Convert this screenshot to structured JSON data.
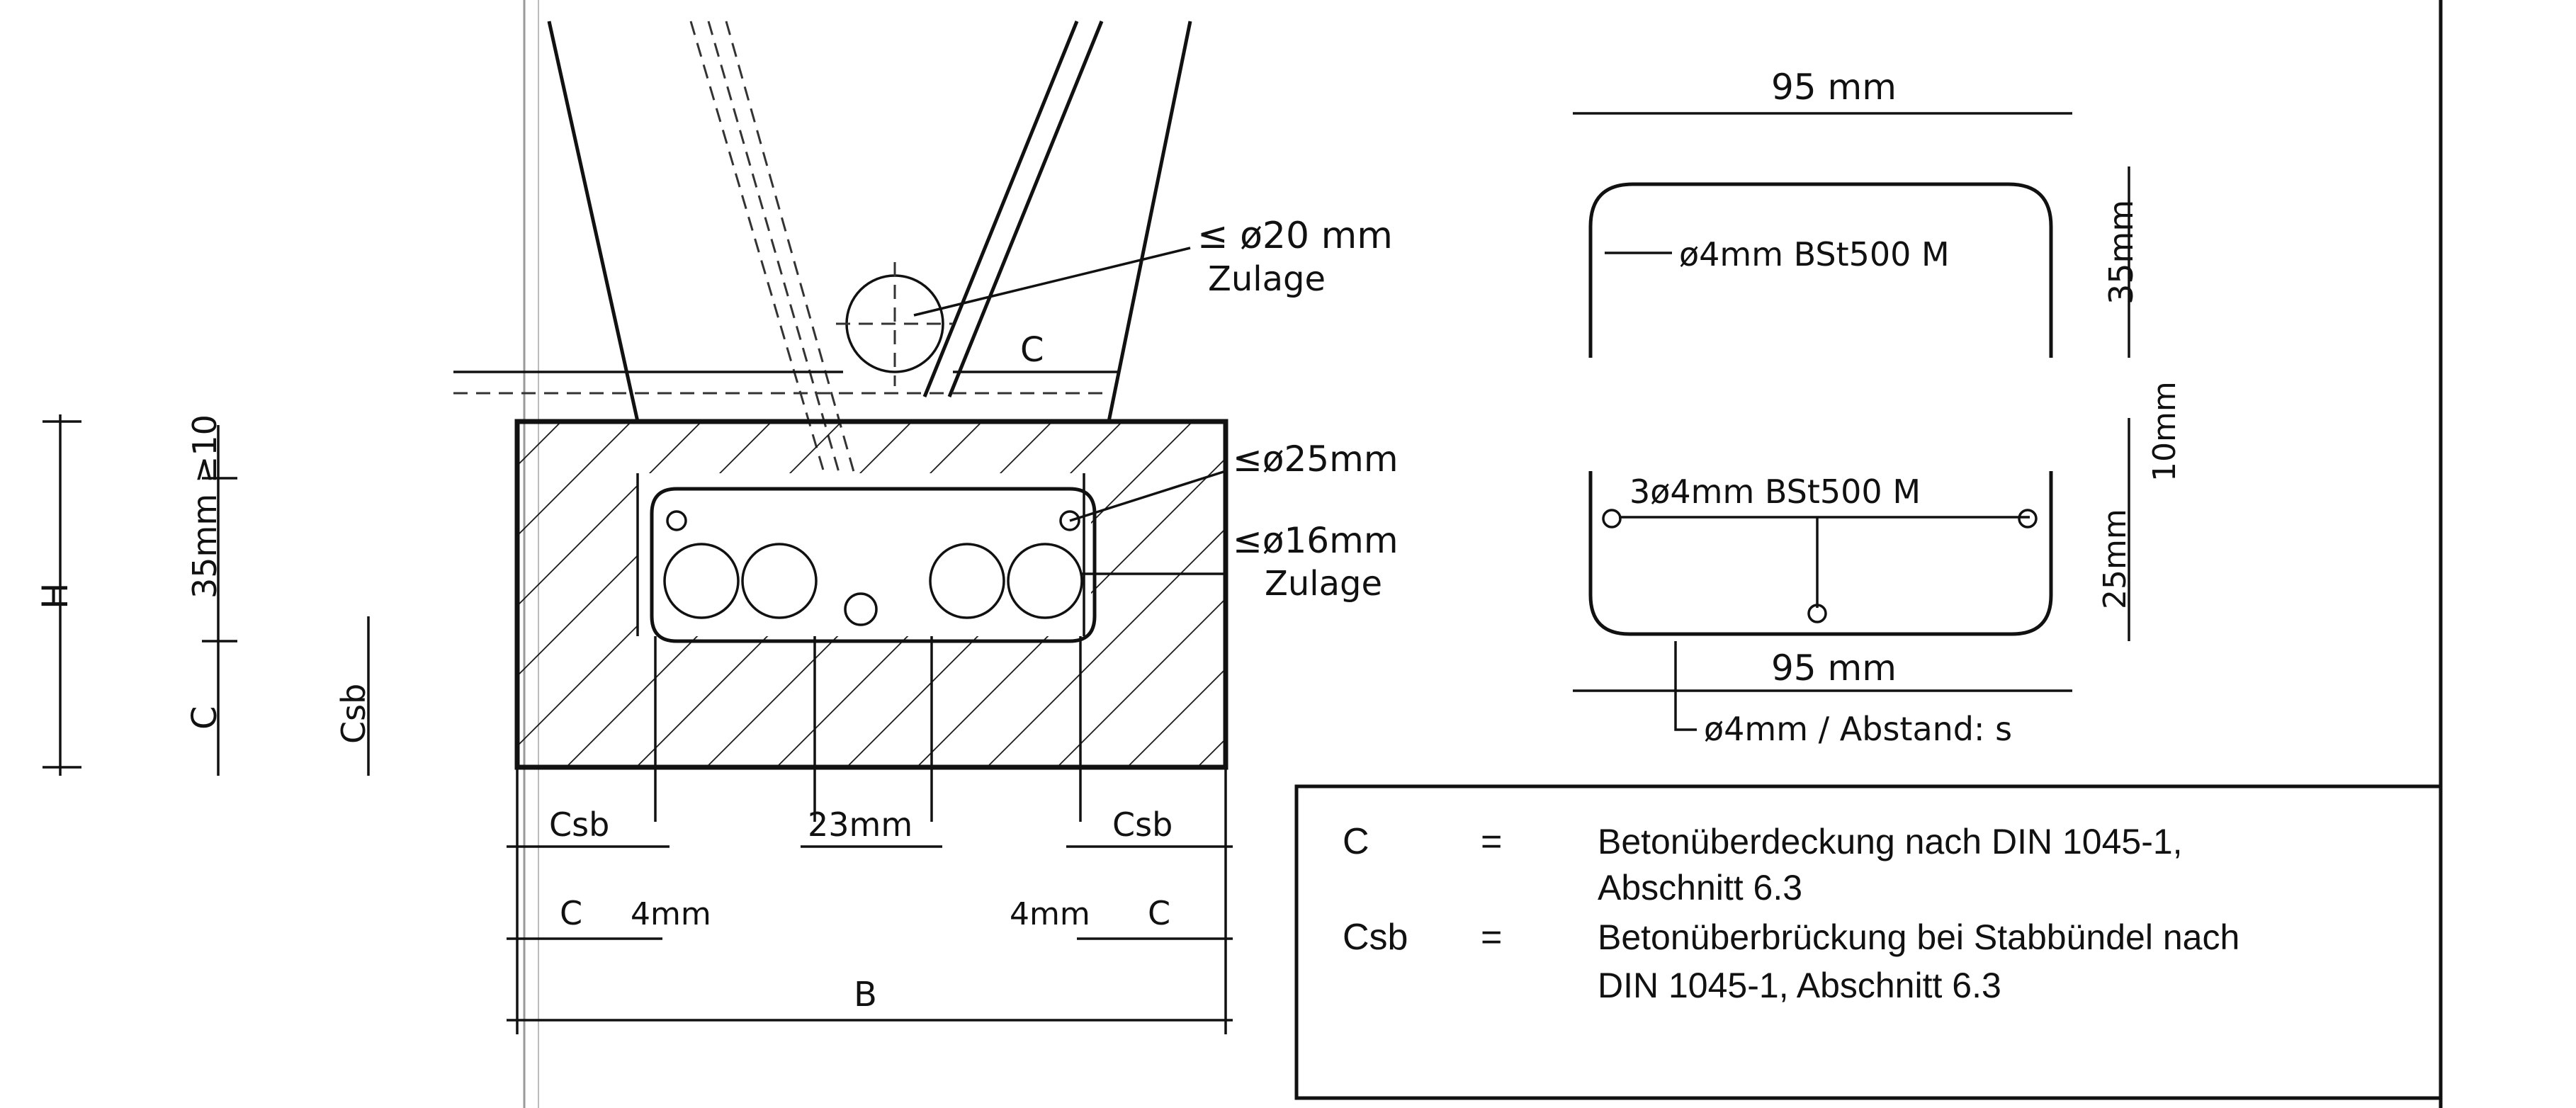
{
  "diagram": {
    "dimensions": {
      "stirrup_top_width": "95 mm",
      "stirrup_bottom_width": "95 mm",
      "stirrup_top_height": "35mm",
      "stirrup_bottom_top": "10mm",
      "stirrup_bottom_height": "25mm",
      "left_h": "H",
      "left_c": "C",
      "left_35mm": "35mm ≥10",
      "left_csb": "Csb",
      "top_c": "C",
      "bottom_csb_left": "Csb",
      "bottom_23mm": "23mm",
      "bottom_csb_right": "Csb",
      "bottom_c_left": "C",
      "bottom_4mm_left": "4mm",
      "bottom_4mm_right": "4mm",
      "bottom_c_right": "C",
      "bottom_b": "B"
    },
    "labels": {
      "zulage_top_dia": "≤ ø20 mm",
      "zulage_top": "Zulage",
      "bar_25": "≤ø25mm",
      "bar_16": "≤ø16mm",
      "zulage_bottom": "Zulage",
      "stirrup_top_spec": "ø4mm BSt500 M",
      "stirrup_bottom_spec": "3ø4mm   BSt500 M",
      "stirrup_spacing": "ø4mm / Abstand: s"
    }
  },
  "legend": {
    "rows": [
      {
        "symbol": "C",
        "eq": "=",
        "text1": "Betonüberdeckung nach DIN 1045-1,",
        "text2": "Abschnitt 6.3"
      },
      {
        "symbol": "Csb",
        "eq": "=",
        "text1": "Betonüberbrückung bei Stabbündel nach",
        "text2": "DIN 1045-1, Abschnitt 6.3"
      }
    ]
  },
  "colors": {
    "ink": "#111111",
    "paper": "#ffffff"
  }
}
